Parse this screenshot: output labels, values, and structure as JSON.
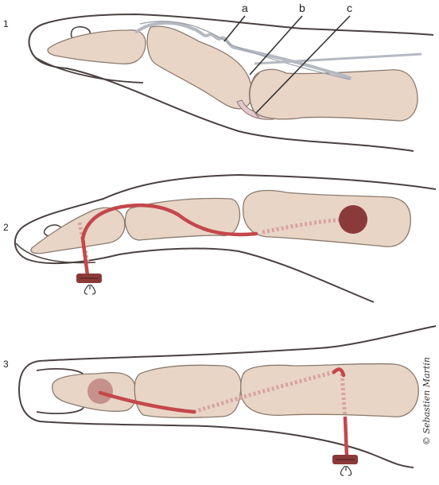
{
  "panels": [
    {
      "number": "1"
    },
    {
      "number": "2"
    },
    {
      "number": "3"
    }
  ],
  "labels": {
    "a": "a",
    "b": "b",
    "c": "c"
  },
  "copyright": "© Sebastien Martin",
  "colors": {
    "bone": "#e8d5c6",
    "bone_outline": "#8a7a6e",
    "skin_outline": "#4a4040",
    "tendon": "#c0c4cc",
    "suture": "#c4474b",
    "suture_dark": "#6e2a2c",
    "button": "#8b3a3a",
    "plate": "#e6c7cf"
  }
}
